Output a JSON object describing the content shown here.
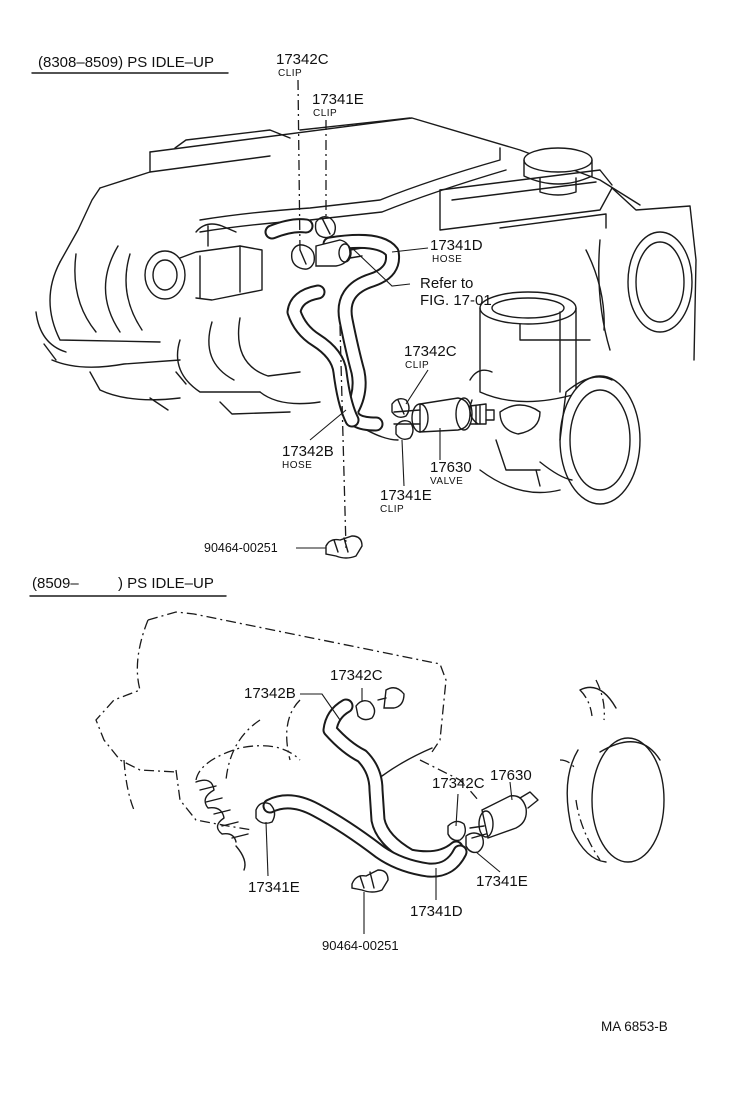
{
  "section1": {
    "header": "(8308–8509) PS IDLE–UP",
    "labels": {
      "clip_c": "17342C",
      "clip_c_sub": "CLIP",
      "clip_e": "17341E",
      "clip_e_sub": "CLIP",
      "hose_d": "17341D",
      "hose_d_sub": "HOSE",
      "refer_1": "Refer to",
      "refer_2": "FIG. 17-01",
      "clip_c2": "17342C",
      "clip_c2_sub": "CLIP",
      "hose_b": "17342B",
      "hose_b_sub": "HOSE",
      "valve": "17630",
      "valve_sub": "VALVE",
      "clip_e2": "17341E",
      "clip_e2_sub": "CLIP",
      "bracket": "90464-00251"
    }
  },
  "section2": {
    "header_a": "(8509–",
    "header_b": ") PS IDLE–UP",
    "labels": {
      "clip_c": "17342C",
      "hose_b": "17342B",
      "valve": "17630",
      "clip_c2": "17342C",
      "clip_e_left": "17341E",
      "clip_e_right": "17341E",
      "hose_d": "17341D",
      "bracket": "90464-00251"
    }
  },
  "footer": {
    "code": "MA 6853-B"
  }
}
